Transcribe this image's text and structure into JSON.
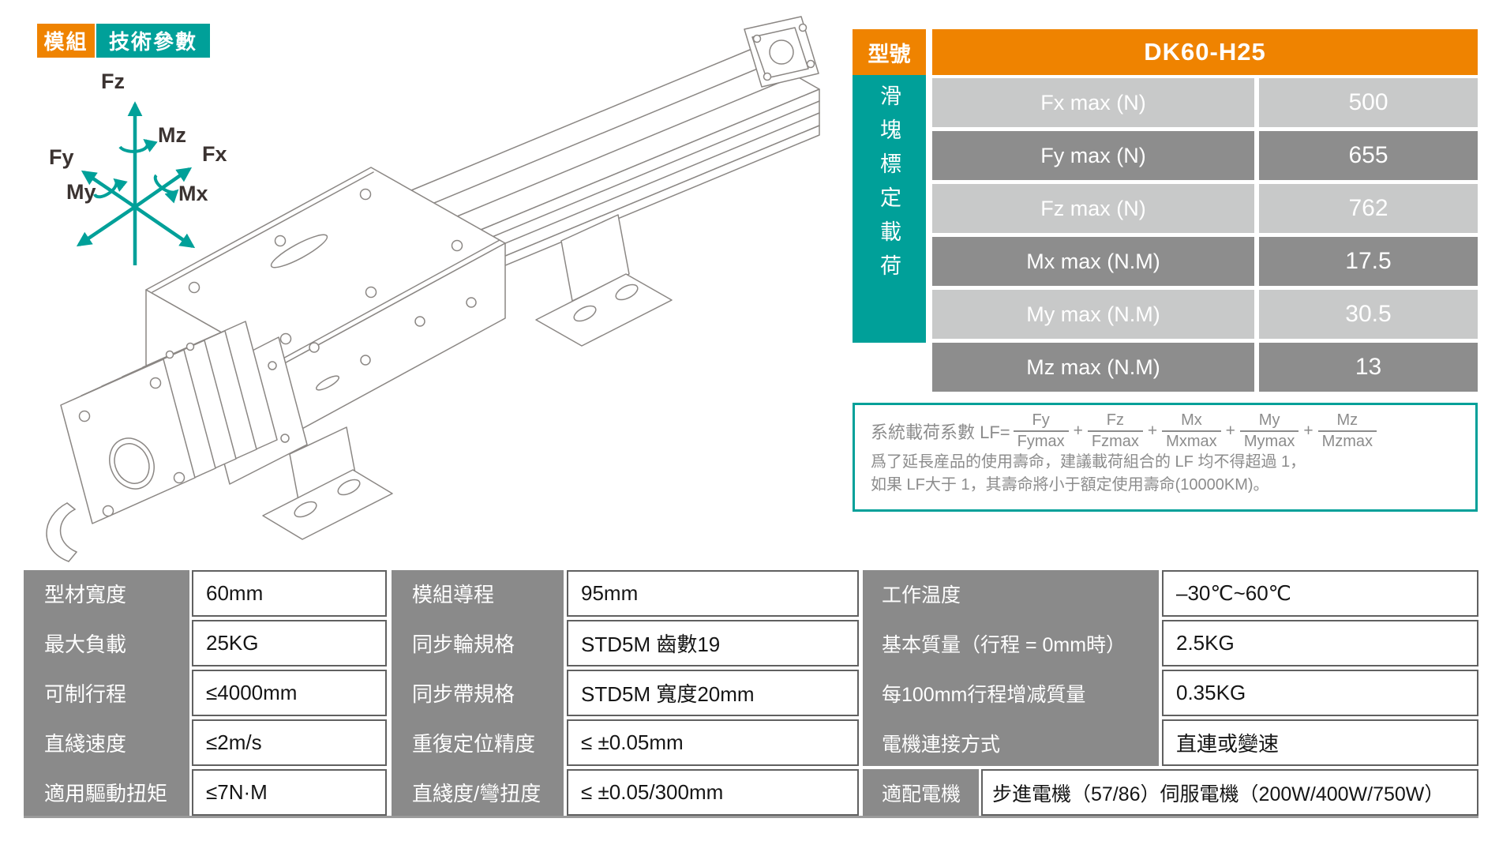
{
  "tags": {
    "module": "模組",
    "tech_params": "技術參數"
  },
  "axes": {
    "fz": "Fz",
    "mz": "Mz",
    "fy": "Fy",
    "fx": "Fx",
    "my": "My",
    "mx": "Mx"
  },
  "load_table": {
    "model_label": "型號",
    "model_value": "DK60-H25",
    "side_label": "滑塊標定載荷",
    "rows": [
      {
        "label": "Fx max (N)",
        "value": "500"
      },
      {
        "label": "Fy max (N)",
        "value": "655"
      },
      {
        "label": "Fz max (N)",
        "value": "762"
      },
      {
        "label": "Mx max (N.M)",
        "value": "17.5"
      },
      {
        "label": "My max (N.M)",
        "value": "30.5"
      },
      {
        "label": "Mz max (N.M)",
        "value": "13"
      }
    ]
  },
  "formula": {
    "prefix": "系統載荷系數 LF=",
    "plus": "+",
    "fractions": [
      {
        "num": "Fy",
        "den": "Fymax"
      },
      {
        "num": "Fz",
        "den": "Fzmax"
      },
      {
        "num": "Mx",
        "den": "Mxmax"
      },
      {
        "num": "My",
        "den": "Mymax"
      },
      {
        "num": "Mz",
        "den": "Mzmax"
      }
    ],
    "note_line1": "爲了延長産品的使用壽命，建議載荷組合的 LF 均不得超過 1，",
    "note_line2": "如果 LF大于 1，其壽命將小于額定使用壽命(10000KM)。"
  },
  "spec_table": {
    "rows": [
      {
        "c1_label": "型材寬度",
        "c1_value": "60mm",
        "c2_label": "模組導程",
        "c2_value": "95mm",
        "c3_label": "工作温度",
        "c3_value": "–30℃~60℃"
      },
      {
        "c1_label": "最大負載",
        "c1_value": "25KG",
        "c2_label": "同步輪規格",
        "c2_value": "STD5M 齒數19",
        "c3_label": "基本質量（行程 = 0mm時）",
        "c3_value": "2.5KG"
      },
      {
        "c1_label": "可制行程",
        "c1_value": "≤4000mm",
        "c2_label": "同步帶規格",
        "c2_value": "STD5M 寬度20mm",
        "c3_label": "每100mm行程增减質量",
        "c3_value": "0.35KG"
      },
      {
        "c1_label": "直綫速度",
        "c1_value": "≤2m/s",
        "c2_label": "重復定位精度",
        "c2_value": "≤ ±0.05mm",
        "c3_label": "電機連接方式",
        "c3_value": "直連或變速"
      },
      {
        "c1_label": "適用驅動扭矩",
        "c1_value": "≤7N·M",
        "c2_label": "直綫度/彎扭度",
        "c2_value": "≤ ±0.05/300mm",
        "c3_label": "適配電機",
        "c3_value": "步進電機（57/86）伺服電機（200W/400W/750W）"
      }
    ]
  },
  "colors": {
    "orange": "#EF8300",
    "teal": "#00A099",
    "row_light": "#C8C9C9",
    "row_dark": "#8D8D8D",
    "spec_label_gray": "#8A8A8A"
  }
}
